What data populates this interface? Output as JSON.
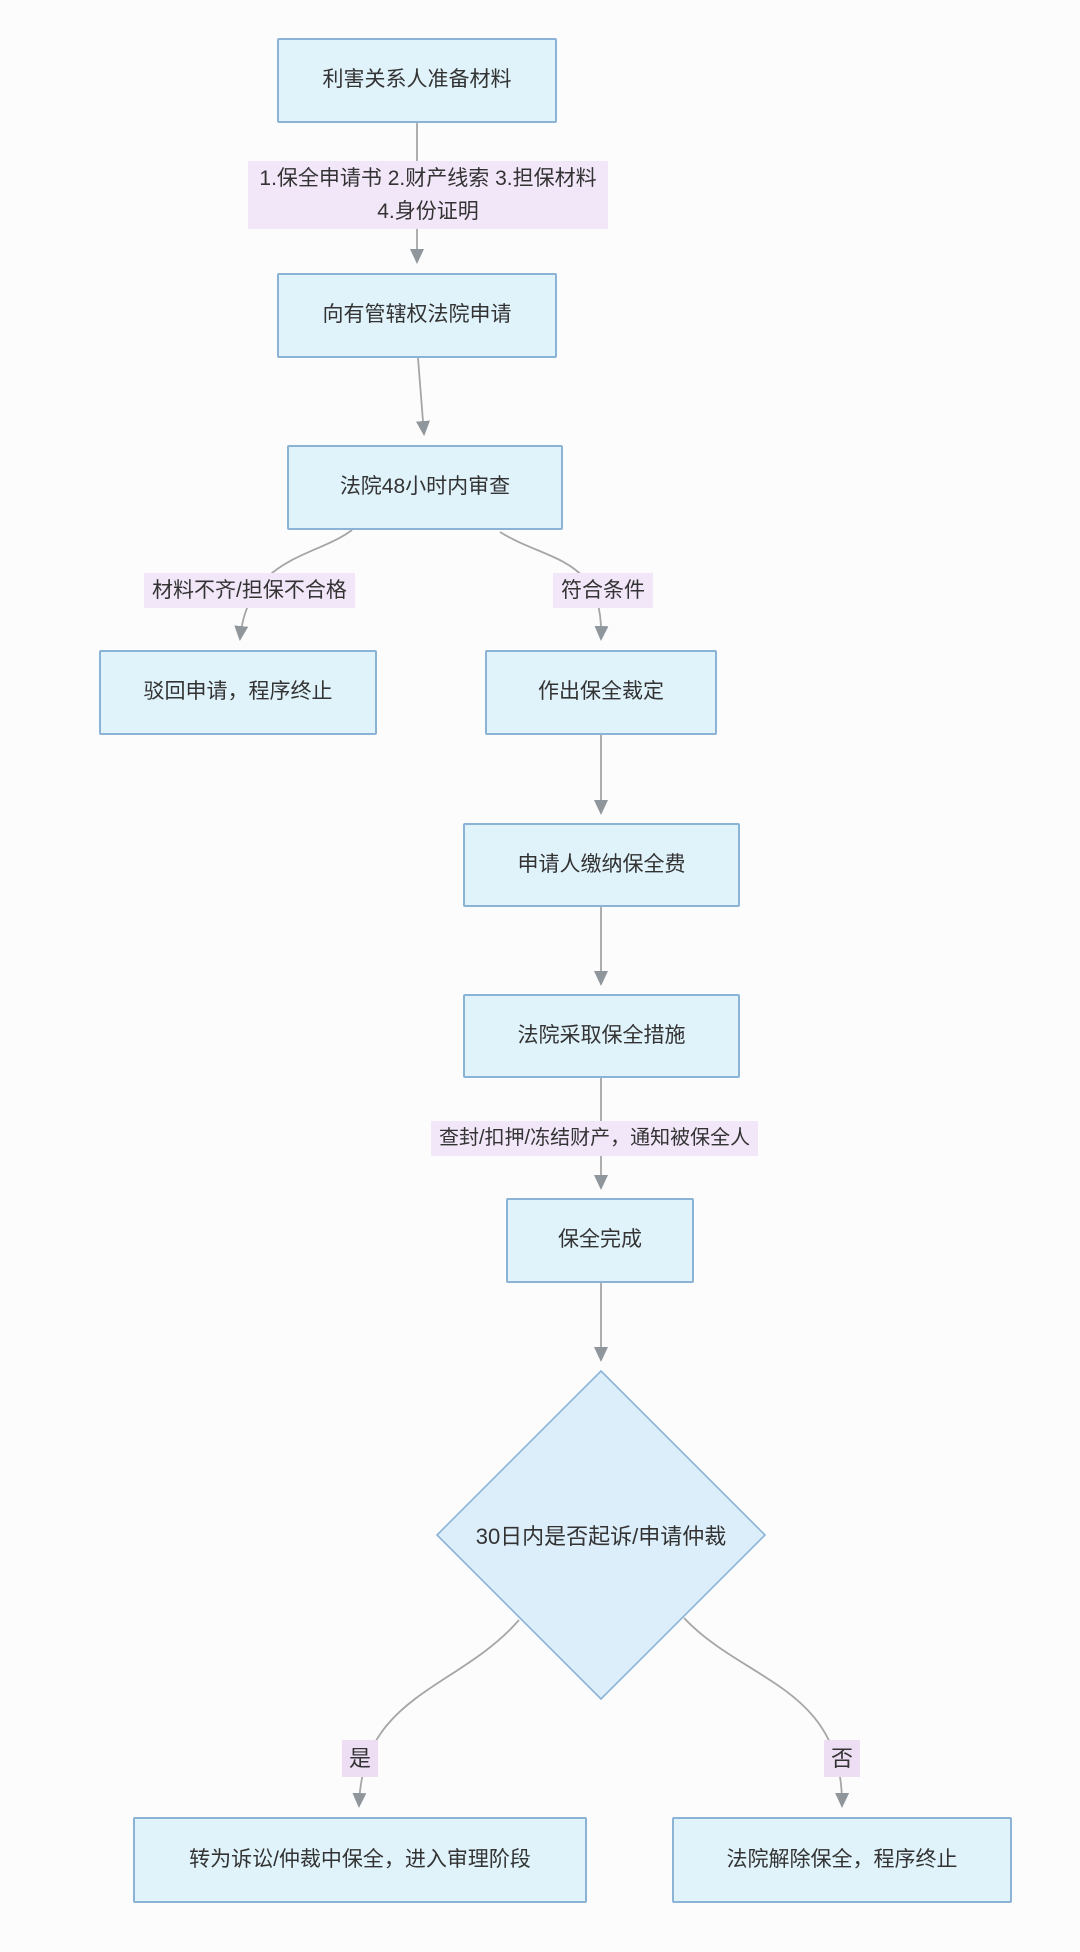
{
  "diagram": {
    "nodes": {
      "prepare": {
        "label": "利害关系人准备材料",
        "shape": "rect"
      },
      "apply": {
        "label": "向有管辖权法院申请",
        "shape": "rect"
      },
      "review": {
        "label": "法院48小时内审查",
        "shape": "rect"
      },
      "reject": {
        "label": "驳回申请，程序终止",
        "shape": "rect"
      },
      "ruling": {
        "label": "作出保全裁定",
        "shape": "rect"
      },
      "fee": {
        "label": "申请人缴纳保全费",
        "shape": "rect"
      },
      "measures": {
        "label": "法院采取保全措施",
        "shape": "rect"
      },
      "complete": {
        "label": "保全完成",
        "shape": "rect"
      },
      "decision": {
        "label": "30日内是否起诉/申请仲裁",
        "shape": "diamond"
      },
      "litigation": {
        "label": "转为诉讼/仲裁中保全，进入审理阶段",
        "shape": "rect"
      },
      "release": {
        "label": "法院解除保全，程序终止",
        "shape": "rect"
      }
    },
    "edge_labels": {
      "materials_line1": "1.保全申请书 2.财产线索 3.担保材料",
      "materials_line2": "4.身份证明",
      "incomplete": "材料不齐/担保不合格",
      "qualified": "符合条件",
      "seize": "查封/扣押/冻结财产，通知被保全人",
      "yes": "是",
      "no": "否"
    },
    "colors": {
      "node_fill": "#e0f3fb",
      "node_fill_diamond": "#dceefa",
      "node_border": "#8bb3d6",
      "label_bg": "#f2e7f9",
      "label_bg_strong": "#eddef4",
      "text_color": "#333333",
      "connector": "#a6a6a6",
      "arrowhead": "#8f969c",
      "page_bg": "#fcfcfd"
    }
  }
}
